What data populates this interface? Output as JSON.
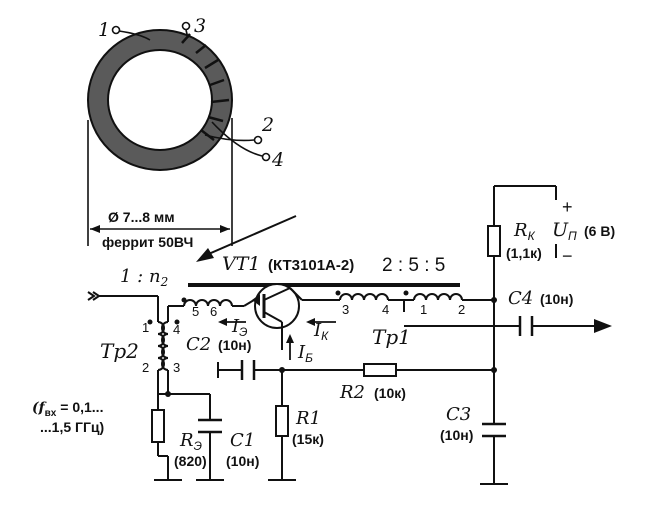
{
  "toroid": {
    "pin1": "1",
    "pin2": "2",
    "pin3": "3",
    "pin4": "4",
    "diameter": "Ø 7...8 мм",
    "material": "феррит 50ВЧ"
  },
  "ratio_tp2": {
    "a": "1 : ",
    "b": "n",
    "sub": "2"
  },
  "transistor": {
    "name": "VT1",
    "type": "(КТ3101А-2)"
  },
  "ratio_tp1": "2 : 5 : 5",
  "supply": {
    "plus": "+",
    "minus": "−",
    "label": "U",
    "sub": "П",
    "value": "(6 В)"
  },
  "rk": {
    "name": "R",
    "sub": "К",
    "value": "(1,1к)"
  },
  "c4": {
    "name": "C4",
    "value": "(10н)"
  },
  "tp1": {
    "name": "Tp1",
    "p1": "1",
    "p2": "2",
    "p3": "3",
    "p4": "4"
  },
  "tp2": {
    "name": "Tp2",
    "p1": "1",
    "p2": "2",
    "p3": "3",
    "p4": "4",
    "p5": "5",
    "p6": "6"
  },
  "currents": {
    "ie": "I",
    "ie_sub": "Э",
    "ik": "I",
    "ik_sub": "К",
    "ib": "I",
    "ib_sub": "Б"
  },
  "c2": {
    "name": "C2",
    "value": "(10н)"
  },
  "r2": {
    "name": "R2",
    "value": "(10к)"
  },
  "r1": {
    "name": "R1",
    "value": "(15к)"
  },
  "c1": {
    "name": "C1",
    "value": "(10н)"
  },
  "re": {
    "name": "R",
    "sub": "Э",
    "value": "(820)"
  },
  "c3": {
    "name": "C3",
    "value": "(10н)"
  },
  "freq": {
    "line1a": "(f",
    "sub": "вх",
    "line1b": " = 0,1...",
    "line2": "...1,5 ГГц)"
  }
}
